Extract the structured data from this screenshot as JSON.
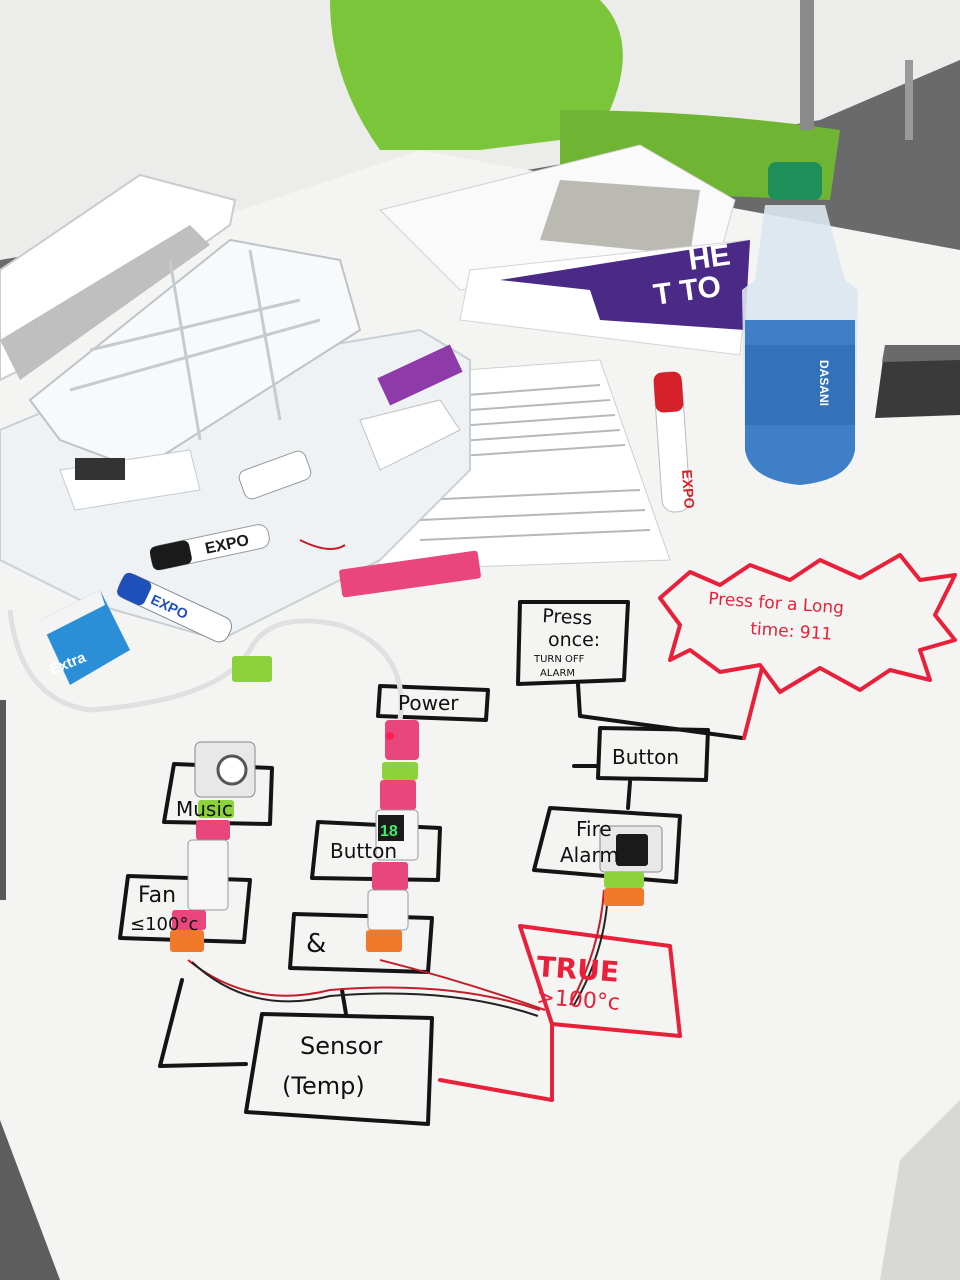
{
  "scene": {
    "surface": "whiteboard table",
    "colors": {
      "board": "#f4f4f2",
      "chair": "#7bc53a",
      "marker_black": "#141414",
      "marker_red": "#e8203a",
      "module_pink": "#e8467c",
      "module_green": "#8bd23c",
      "module_orange": "#f07a2a",
      "bottle_cap": "#1f8f5a",
      "water": "#3f7fc8",
      "flyer_purple": "#4a2a86"
    }
  },
  "diagram": {
    "boxes": {
      "power": "Power",
      "button_top": "Button",
      "press_once_line1": "Press",
      "press_once_line2": "once:",
      "press_once_line3": "TURN OFF",
      "press_once_line4": "ALARM",
      "fire_alarm_line1": "Fire",
      "fire_alarm_line2": "Alarm",
      "button_mid": "Button",
      "fan_line1": "Fan",
      "fan_line2": "≤100°c",
      "and": "&",
      "sensor_line1": "Sensor",
      "sensor_line2": "(Temp)",
      "music": "Music"
    },
    "red": {
      "burst_line1": "Press for a Long",
      "burst_line2": "time: 911",
      "true_line1": "TRUE",
      "true_line2": ">100°c"
    }
  },
  "objects": {
    "marker_brand": "EXPO",
    "gum_brand": "Extra",
    "flyer_text_1": "HE",
    "flyer_text_2": "T TO",
    "bottle_brand": "DASANI",
    "segment_display": "18"
  }
}
